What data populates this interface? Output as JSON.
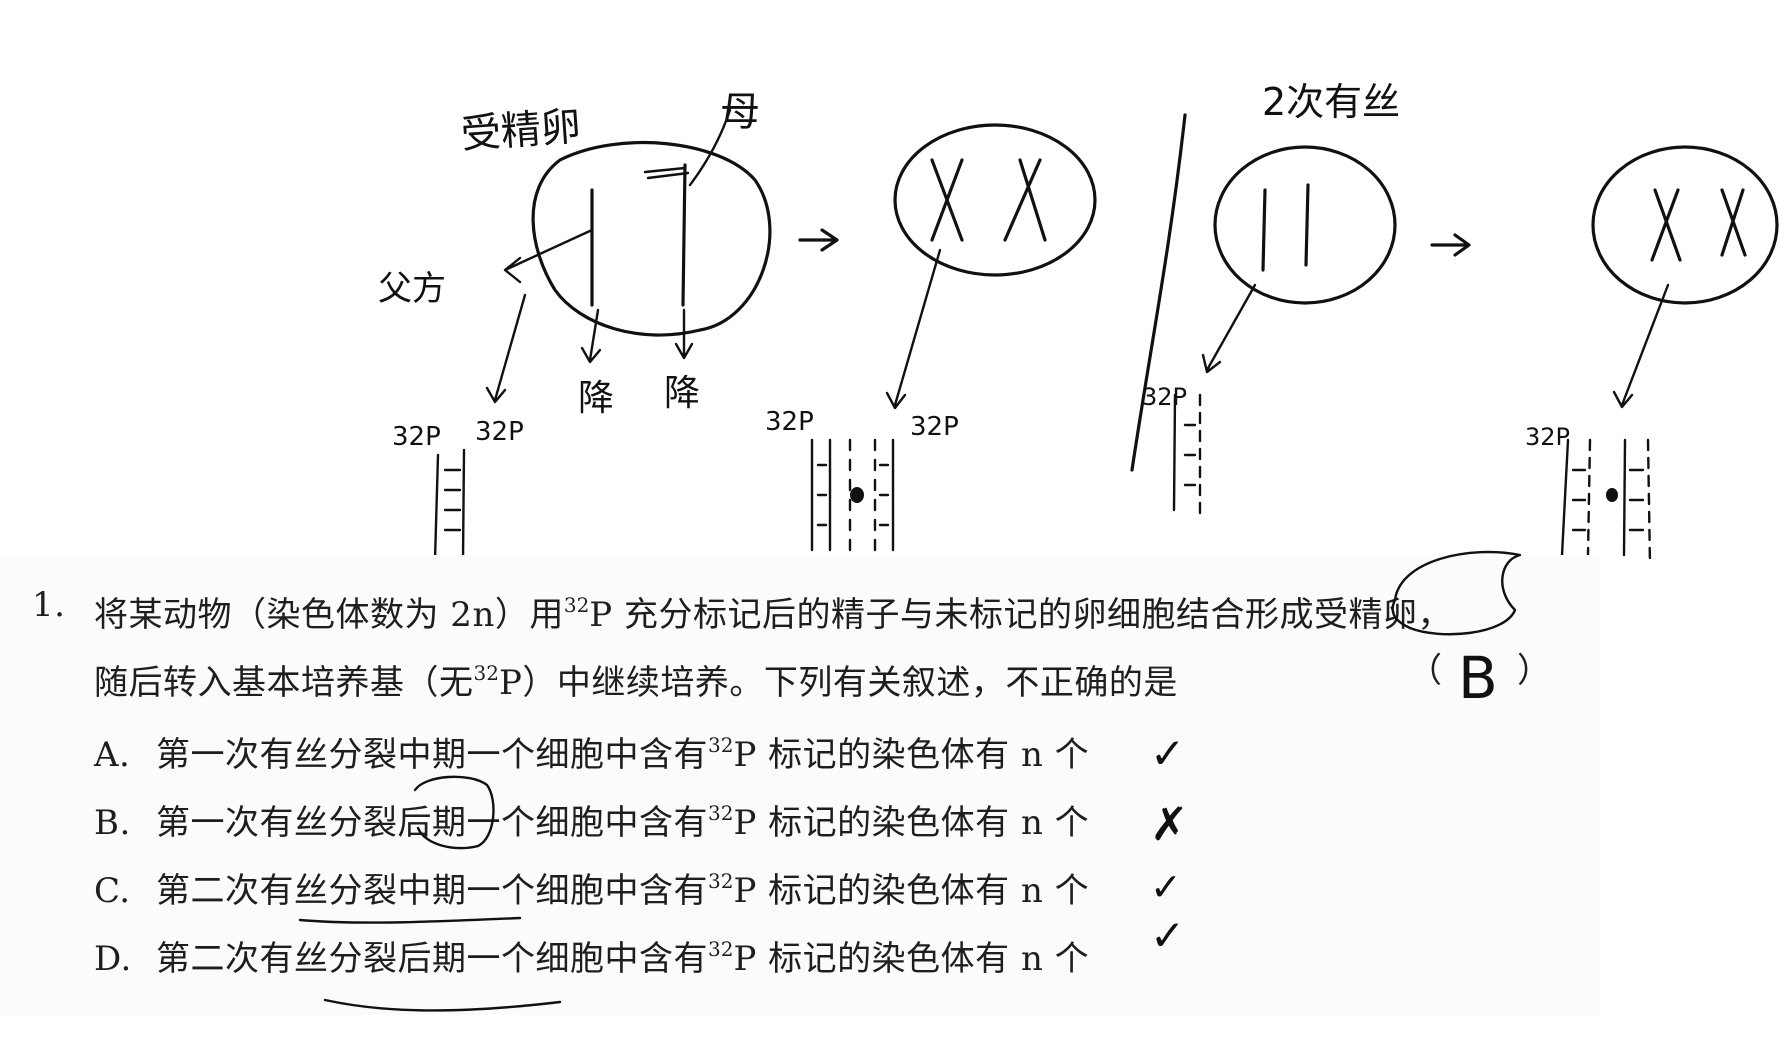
{
  "sketch": {
    "label_zygote": "受精卵",
    "label_mother": "母",
    "label_father": "父方",
    "label_second_mitosis": "2次有丝",
    "label_p32": "32P",
    "label_jiang": "降"
  },
  "question": {
    "number": "1.",
    "stem_part1": "将某动物（染色体数为 2n）用",
    "stem_sup1": "32",
    "stem_part2": "P 充分标记后的精子与未标记的卵细胞结合形成受精卵，",
    "stem_line2_part1": "随后转入基本培养基（无",
    "stem_line2_sup": "32",
    "stem_line2_part2": "P）中继续培养。下列有关叙述，不正确的是",
    "paren_open": "（",
    "paren_close": "）",
    "handwritten_answer": "B",
    "options": [
      {
        "letter": "A.",
        "before": "第一次有丝分裂中期一个细胞中含有",
        "sup": "32",
        "after": "P 标记的染色体有 n 个",
        "mark": "✓"
      },
      {
        "letter": "B.",
        "before": "第一次有丝分裂后期一个细胞中含有",
        "sup": "32",
        "after": "P 标记的染色体有 n 个",
        "mark": "✗"
      },
      {
        "letter": "C.",
        "before": "第二次有丝分裂中期一个细胞中含有",
        "sup": "32",
        "after": "P 标记的染色体有 n 个",
        "mark": "✓"
      },
      {
        "letter": "D.",
        "before": "第二次有丝分裂后期一个细胞中含有",
        "sup": "32",
        "after": "P 标记的染色体有 n 个",
        "mark": "✓"
      }
    ]
  }
}
